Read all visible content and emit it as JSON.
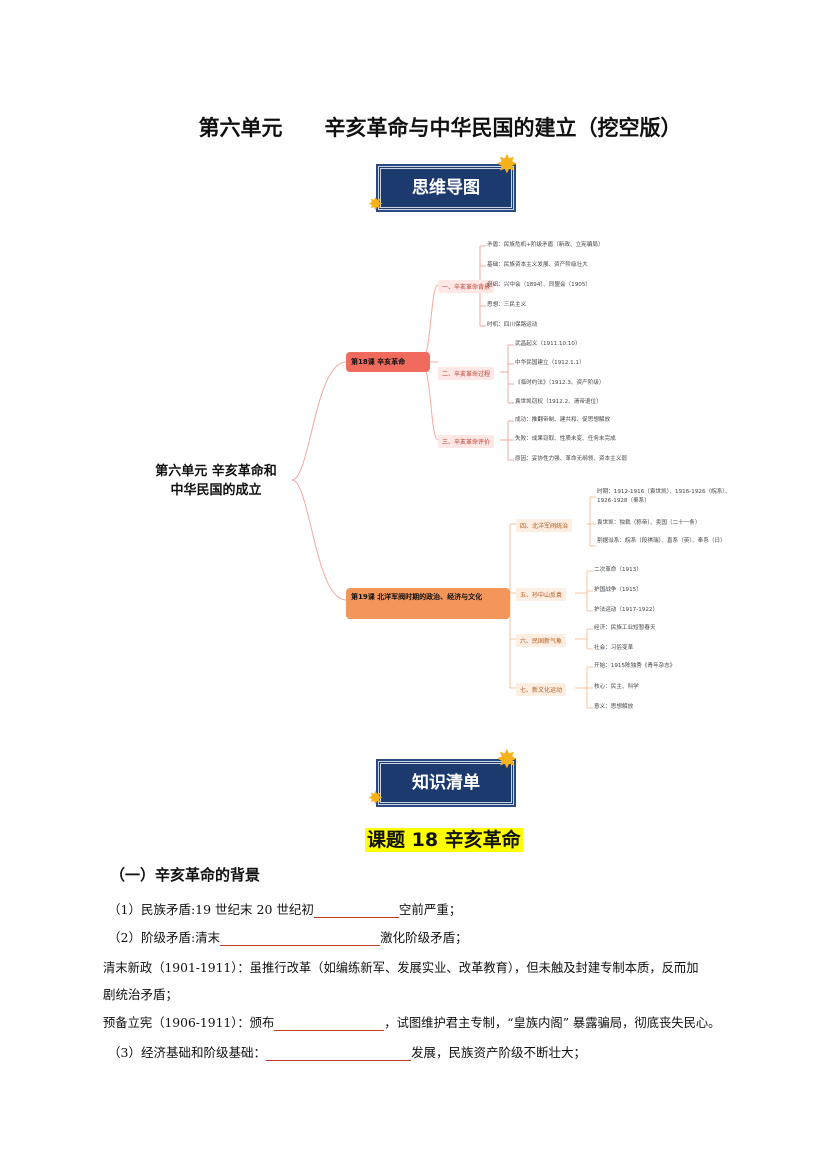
{
  "title": "第六单元　　辛亥革命与中华民国的建立（挖空版）",
  "banner_mindmap": "思维导图",
  "banner_knowledge": "知识清单",
  "mindmap": {
    "root": [
      "第六单元 辛亥革命和",
      "中华民国的成立"
    ],
    "lesson18": "第18课 辛亥革命",
    "lesson19": "第19课 北洋军阀时期的政治、经济与文化",
    "sections": [
      {
        "label": "一、辛亥革命背景",
        "items": [
          "矛盾：民族危机+阶级矛盾（新政、立宪骗局）",
          "基础：民族资本主义发展、资产阶级壮大",
          "组织：兴中会（1894）、同盟会（1905）",
          "思想：三民主义",
          "时机：四川保路运动"
        ]
      },
      {
        "label": "二、辛亥革命过程",
        "items": [
          "武昌起义（1911.10.10）",
          "中华民国建立（1912.1.1）",
          "《临时约法》（1912.3、资产阶级）",
          "袁世凯窃权（1912.2、清帝退位）"
        ]
      },
      {
        "label": "三、辛亥革命评价",
        "items": [
          "成功：推翻帝制、建共和、促思想解放",
          "失败：成果窃取、性质未变、任务未完成",
          "原因：妥协性力强、革命无纲领、资本主义弱"
        ]
      },
      {
        "label": "四、北洋军阀统治",
        "items": [
          "时期：1912-1916（袁世凯）、1916-1926（皖系）、1926-1928（奉系）",
          "袁世凯：独裁（称帝）、卖国（二十一条）",
          "割据派系：皖系（段祺瑞）、直系（英）、奉系（日）"
        ]
      },
      {
        "label": "五、孙中山反袁",
        "items": [
          "二次革命（1913）",
          "护国战争（1915）",
          "护法运动（1917-1922）"
        ]
      },
      {
        "label": "六、民国新气象",
        "items": [
          "经济：民族工业短暂春天",
          "社会：习俗变革"
        ]
      },
      {
        "label": "七、新文化运动",
        "items": [
          "开始：1915陈独秀《青年杂志》",
          "核心：民主、科学",
          "意义：思想解放"
        ]
      }
    ]
  },
  "lesson_heading": "课题 18  辛亥革命",
  "body": {
    "h1": "（一）辛亥革命的背景",
    "l1a": "（1）民族矛盾:19 世纪末 20 世纪初",
    "l1b": "空前严重；",
    "l2a": "（2）阶级矛盾:清末",
    "l2b": "激化阶级矛盾；",
    "l3": "清末新政（1901-1911）：虽推行改革（如编练新军、发展实业、改革教育），但未触及封建专制本质，反而加",
    "l4": "剧统治矛盾；",
    "l5a": "预备立宪（1906-1911）：颁布",
    "l5b": "，试图维护君主专制，“皇族内阁” 暴露骗局，彻底丧失民心。",
    "l6a": "（3）经济基础和阶级基础：",
    "l6b": "发展，民族资产阶级不断壮大；"
  }
}
